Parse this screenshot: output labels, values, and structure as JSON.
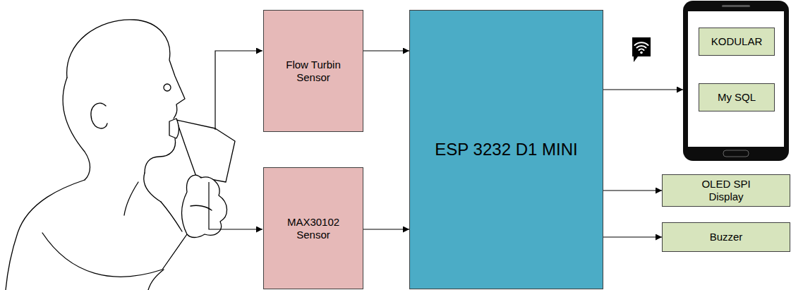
{
  "diagram": {
    "nodes": [
      {
        "text": [
          "Flow Turbin Sensor"
        ]
      },
      {
        "text": [
          "MAX30102 Sensor"
        ]
      },
      {
        "text": [
          "ESP 3232 D1 MINI"
        ]
      },
      {
        "text": []
      },
      {
        "text": [
          "KODULAR"
        ],
        "in": 3
      },
      {
        "text": [
          "My SQL"
        ],
        "in": 3
      },
      {
        "text": [
          "OLED SPI Display"
        ]
      },
      {
        "text": [
          "Buzzer"
        ]
      }
    ],
    "edges": [
      {
        "from": 0,
        "to": 2,
        "arrow": "to"
      },
      {
        "from": 1,
        "to": 2,
        "arrow": "to"
      },
      {
        "from": 2,
        "to": 3,
        "arrow": "to"
      },
      {
        "from": 2,
        "to": 6,
        "arrow": "to"
      },
      {
        "from": 2,
        "to": 7,
        "arrow": "to"
      }
    ]
  }
}
